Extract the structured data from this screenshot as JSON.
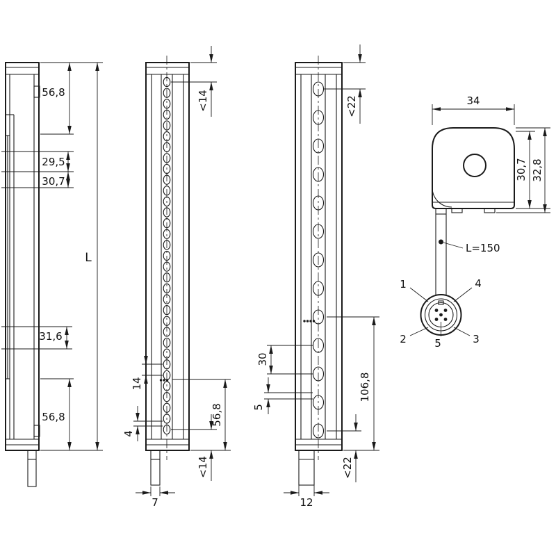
{
  "page": {
    "background": "#ffffff",
    "line_color": "#1a1a1a"
  },
  "views": {
    "side": {
      "dim_top": "56,8",
      "dim_front_a": "29,5",
      "dim_front_b": "30,7",
      "dim_length": "L",
      "dim_front_c": "31,6",
      "dim_bottom": "56,8"
    },
    "front_fine": {
      "beam_count": 33,
      "dim_top": "<14",
      "dim_pitch": "14",
      "dim_small": "4",
      "dim_568": "56,8",
      "dim_bottom": "<14",
      "dim_cable": "7"
    },
    "front_coarse": {
      "beam_count": 13,
      "dim_top": "<22",
      "dim_pitch": "30",
      "dim_small": "5",
      "dim_1068": "106,8",
      "dim_bottom": "<22",
      "dim_cable": "12"
    },
    "end": {
      "dim_width": "34",
      "dim_height_inner": "30,7",
      "dim_height_outer": "32,8",
      "cable_length": "L=150",
      "pins": {
        "p1": "1",
        "p2": "2",
        "p3": "3",
        "p4": "4",
        "p5": "5"
      }
    }
  }
}
